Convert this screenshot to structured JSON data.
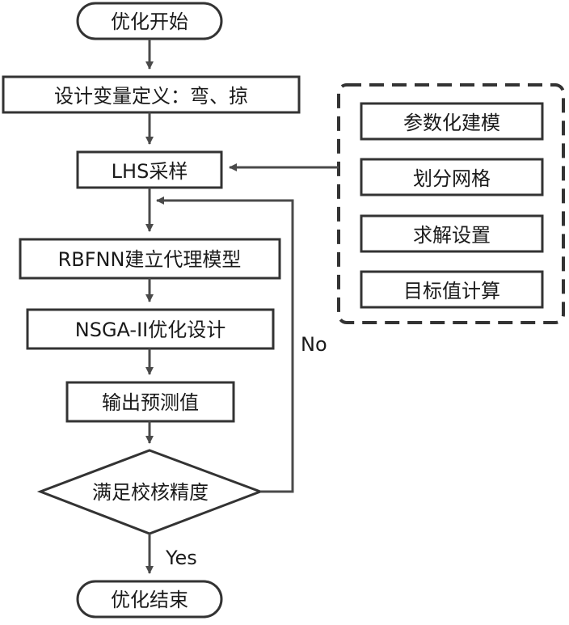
{
  "nodes": {
    "start": "优化开始",
    "define_vars": "设计变量定义：弯、掠",
    "lhs": "LHS采样",
    "rbfnn": "RBFNN建立代理模型",
    "nsga": "NSGA-II优化设计",
    "output": "输出预测值",
    "check": "满足校核精度",
    "end": "优化结束"
  },
  "side_steps": [
    "参数化建模",
    "划分网格",
    "求解设置",
    "目标值计算"
  ],
  "edge_labels": {
    "no": "No",
    "yes": "Yes"
  }
}
